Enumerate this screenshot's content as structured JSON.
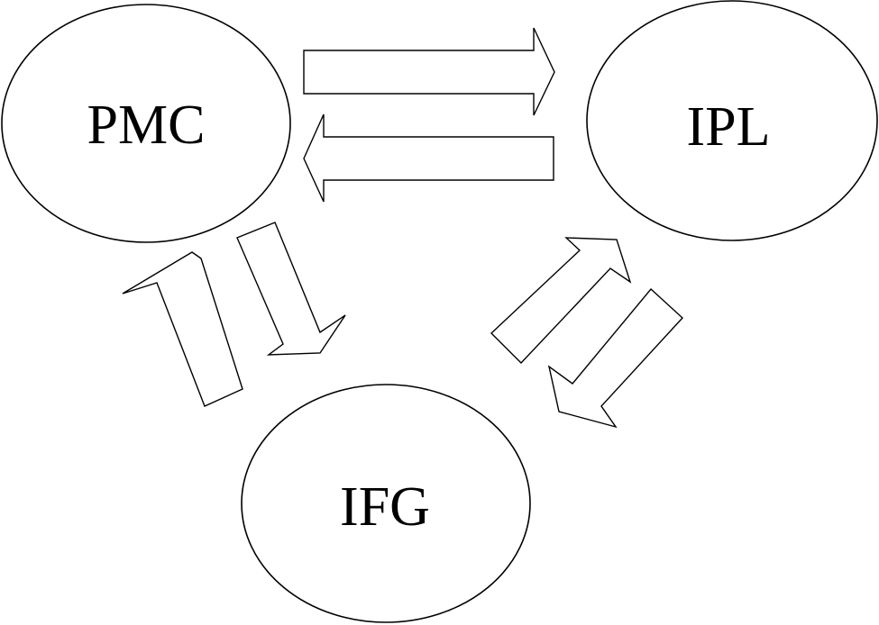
{
  "nodes": {
    "pmc": {
      "label": "PMC"
    },
    "ipl": {
      "label": "IPL"
    },
    "ifg": {
      "label": "IFG"
    }
  },
  "colors": {
    "stroke": "#000000",
    "fill": "#ffffff"
  }
}
